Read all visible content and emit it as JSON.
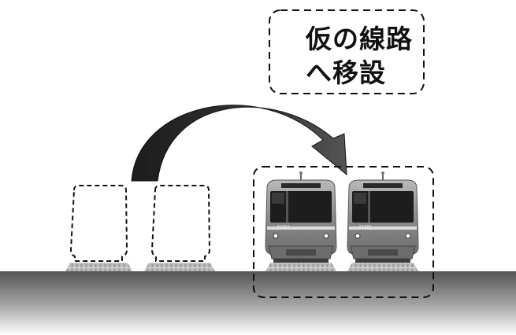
{
  "callout": {
    "line1": "仮の線路",
    "line2": "へ移設"
  },
  "trains": [
    {
      "car_number": "51601"
    },
    {
      "car_number": "51601"
    }
  ],
  "colors": {
    "ground_top": "#5a5a5a",
    "ground_bottom": "#ffffff",
    "arrow": "#202020",
    "train_body": "#8a8a8a",
    "dashed_outline": "#111111"
  }
}
